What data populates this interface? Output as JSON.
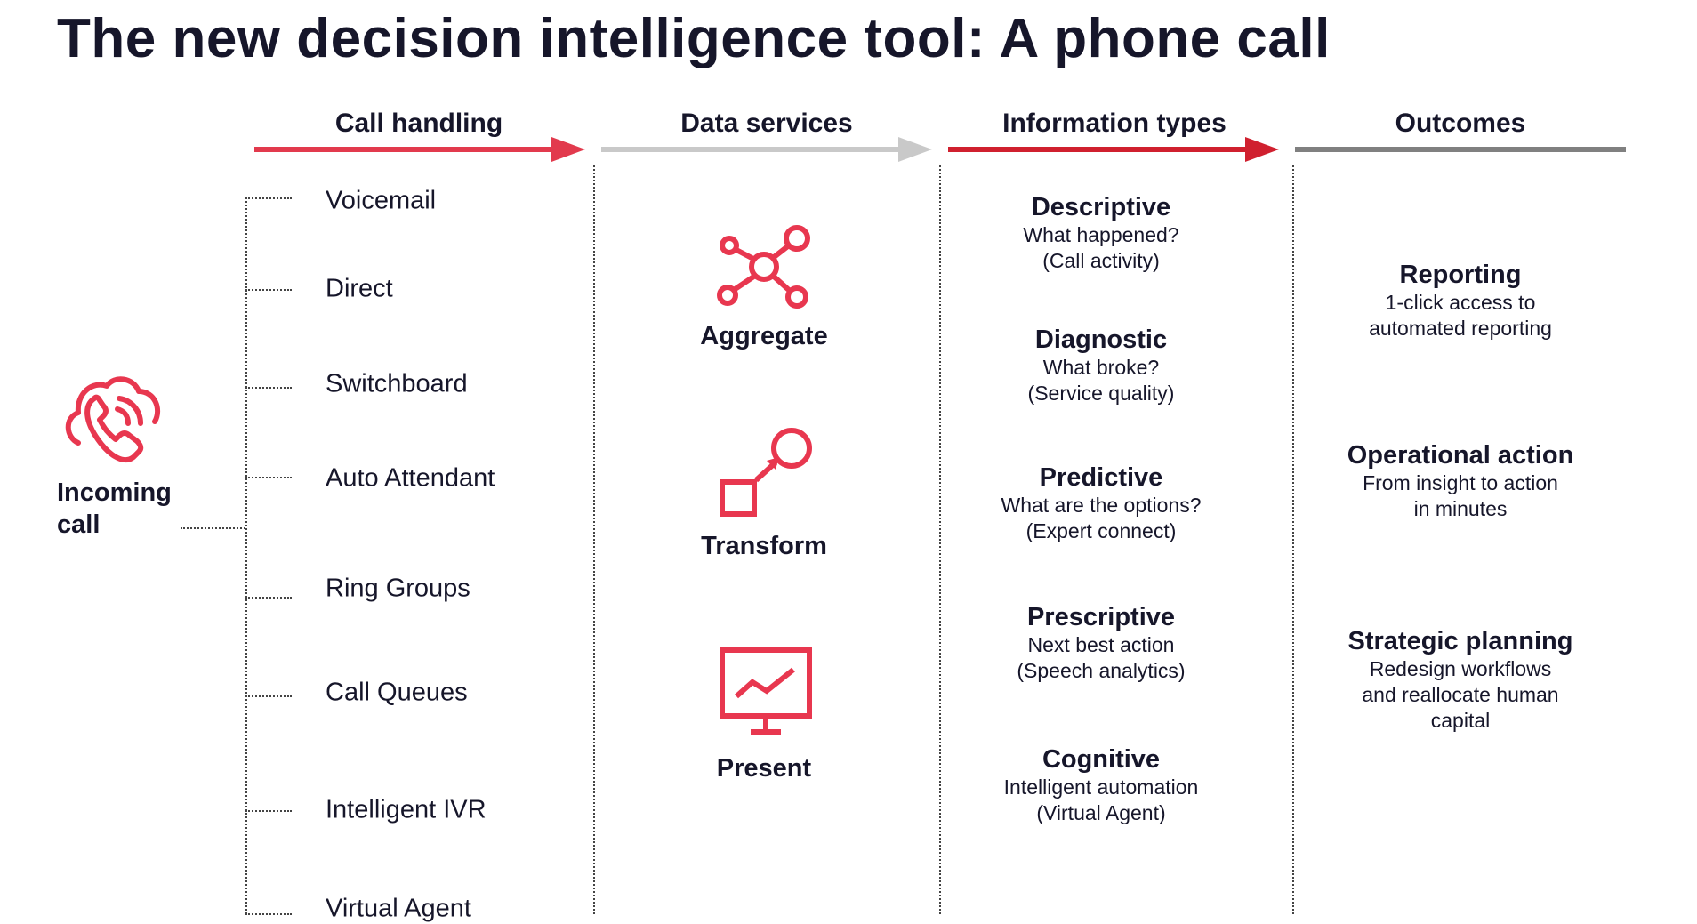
{
  "title": "The new decision intelligence tool: A phone call",
  "columns": [
    "Call handling",
    "Data services",
    "Information types",
    "Outcomes"
  ],
  "incoming": {
    "label_line1": "Incoming",
    "label_line2": "call",
    "icon": "cloud-phone-icon"
  },
  "call_handling": [
    "Voicemail",
    "Direct",
    "Switchboard",
    "Auto Attendant",
    "Ring Groups",
    "Call Queues",
    "Intelligent IVR",
    "Virtual Agent"
  ],
  "data_services": [
    {
      "label": "Aggregate",
      "icon": "network-nodes-icon"
    },
    {
      "label": "Transform",
      "icon": "transform-arrow-icon"
    },
    {
      "label": "Present",
      "icon": "monitor-chart-icon"
    }
  ],
  "information_types": [
    {
      "title": "Descriptive",
      "line1": "What happened?",
      "line2": "(Call activity)"
    },
    {
      "title": "Diagnostic",
      "line1": "What broke?",
      "line2": "(Service quality)"
    },
    {
      "title": "Predictive",
      "line1": "What are the options?",
      "line2": "(Expert connect)"
    },
    {
      "title": "Prescriptive",
      "line1": "Next best action",
      "line2": "(Speech analytics)"
    },
    {
      "title": "Cognitive",
      "line1": "Intelligent automation",
      "line2": "(Virtual Agent)"
    }
  ],
  "outcomes": [
    {
      "title": "Reporting",
      "lines": [
        "1-click access to",
        "automated reporting"
      ]
    },
    {
      "title": "Operational action",
      "lines": [
        "From insight to action",
        "in minutes"
      ]
    },
    {
      "title": "Strategic planning",
      "lines": [
        "Redesign workflows",
        "and reallocate human",
        "capital"
      ]
    }
  ],
  "colors": {
    "accent": "#e8374f",
    "arrow_red": "#e23a4d",
    "arrow_dark_red": "#d0202f",
    "arrow_gray": "#c9c9c9",
    "bar_dark_gray": "#808080",
    "text": "#16162a"
  }
}
